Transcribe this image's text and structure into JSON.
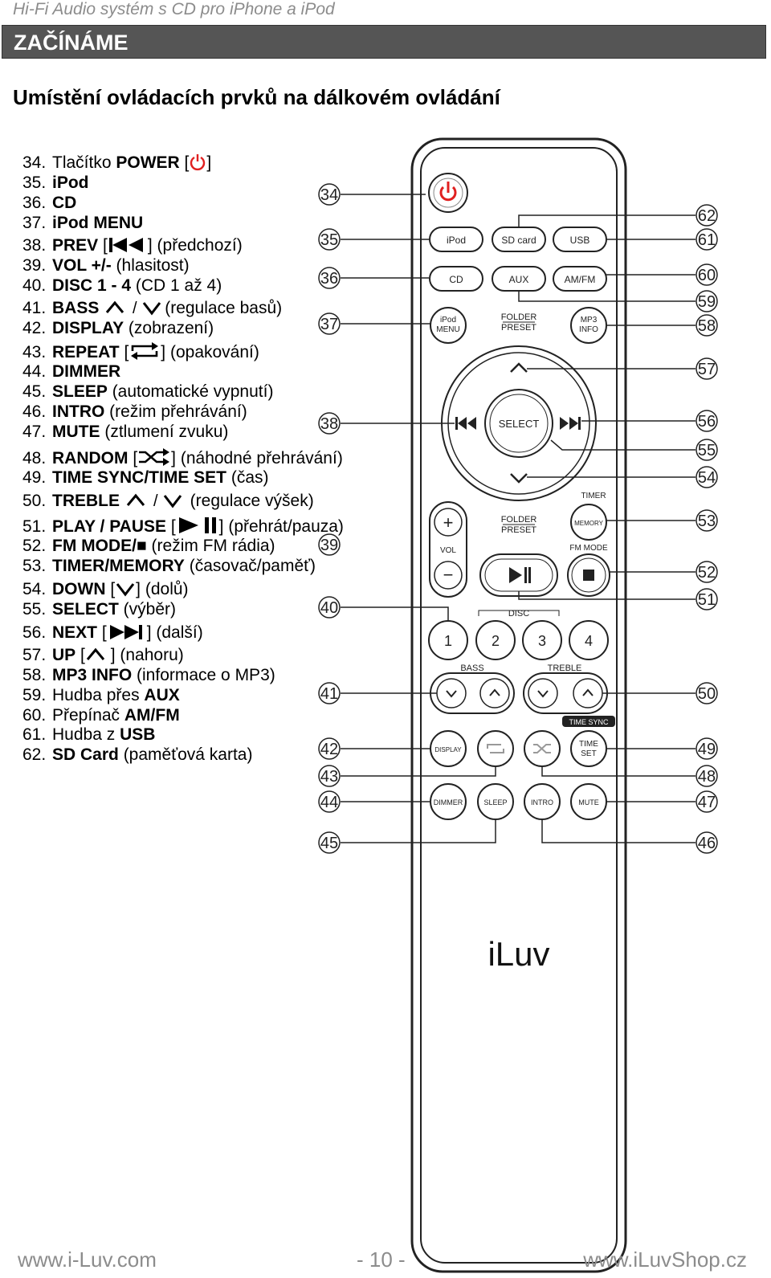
{
  "header": {
    "title": "Hi-Fi Audio systém s CD pro iPhone a iPod"
  },
  "section": {
    "title": "ZAČÍNÁME"
  },
  "subtitle": "Umístění ovládacích prvků na dálkovém ovládání",
  "items": [
    {
      "num": "34.",
      "bold": "",
      "text": "Tlačítko ",
      "bold2": "POWER",
      "after": " [",
      "icon": "power-icon",
      "tail": "]"
    },
    {
      "num": "35.",
      "bold": "iPod",
      "text": "",
      "bold2": "",
      "after": "",
      "icon": "",
      "tail": ""
    },
    {
      "num": "36.",
      "bold": "CD",
      "text": "",
      "bold2": "",
      "after": "",
      "icon": "",
      "tail": ""
    },
    {
      "num": "37.",
      "bold": "iPod MENU",
      "text": "",
      "bold2": "",
      "after": "",
      "icon": "",
      "tail": ""
    },
    {
      "num": "38.",
      "bold": "PREV",
      "text": "",
      "bold2": "",
      "after": " [",
      "icon": "prev-icon",
      "tail": "] (předchozí)"
    },
    {
      "num": "39.",
      "bold": "VOL +/-",
      "text": " (hlasitost)",
      "bold2": "",
      "after": "",
      "icon": "",
      "tail": ""
    },
    {
      "num": "40.",
      "bold": "DISC 1 - 4",
      "text": " (CD 1 až 4)",
      "bold2": "",
      "after": "",
      "icon": "",
      "tail": ""
    },
    {
      "num": "41.",
      "bold": "BASS",
      "text": " ",
      "bold2": "",
      "after": "",
      "icon": "up-down-icon",
      "tail": "(regulace basů)"
    },
    {
      "num": "42.",
      "bold": "DISPLAY",
      "text": " (zobrazení)",
      "bold2": "",
      "after": "",
      "icon": "",
      "tail": ""
    },
    {
      "num": "43.",
      "bold": "REPEAT",
      "text": "",
      "bold2": "",
      "after": " [",
      "icon": "repeat-icon",
      "tail": "] (opakování)"
    },
    {
      "num": "44.",
      "bold": "DIMMER",
      "text": "",
      "bold2": "",
      "after": "",
      "icon": "",
      "tail": ""
    },
    {
      "num": "45.",
      "bold": "SLEEP",
      "text": " (automatické vypnutí)",
      "bold2": "",
      "after": "",
      "icon": "",
      "tail": ""
    },
    {
      "num": "46.",
      "bold": "INTRO",
      "text": " (režim přehrávání)",
      "bold2": "",
      "after": "",
      "icon": "",
      "tail": ""
    },
    {
      "num": "47.",
      "bold": "MUTE",
      "text": " (ztlumení zvuku)",
      "bold2": "",
      "after": "",
      "icon": "",
      "tail": ""
    },
    {
      "num": "48.",
      "bold": "RANDOM",
      "text": "",
      "bold2": "",
      "after": " [",
      "icon": "shuffle-icon",
      "tail": "] (náhodné přehrávání)"
    },
    {
      "num": "49.",
      "bold": "TIME SYNC/TIME SET",
      "text": " (čas)",
      "bold2": "",
      "after": "",
      "icon": "",
      "tail": ""
    },
    {
      "num": "50.",
      "bold": "TREBLE",
      "text": " ",
      "bold2": "",
      "after": "",
      "icon": "up-down-icon",
      "tail": " (regulace výšek)"
    },
    {
      "num": "51.",
      "bold": "PLAY / PAUSE",
      "text": "",
      "bold2": "",
      "after": " [",
      "icon": "play-pause-icon",
      "tail": "] (přehrát/pauza)"
    },
    {
      "num": "52.",
      "bold": "FM MODE/■",
      "text": " (režim FM rádia)",
      "bold2": "",
      "after": "",
      "icon": "",
      "tail": ""
    },
    {
      "num": "53.",
      "bold": "TIMER/MEMORY",
      "text": " (časovač/paměť)",
      "bold2": "",
      "after": "",
      "icon": "",
      "tail": ""
    },
    {
      "num": "54.",
      "bold": "DOWN",
      "text": "",
      "bold2": "",
      "after": " [",
      "icon": "down-icon",
      "tail": "] (dolů)"
    },
    {
      "num": "55.",
      "bold": "SELECT",
      "text": " (výběr)",
      "bold2": "",
      "after": "",
      "icon": "",
      "tail": ""
    },
    {
      "num": "56.",
      "bold": "NEXT",
      "text": "",
      "bold2": "",
      "after": " [",
      "icon": "next-icon",
      "tail": "] (další)"
    },
    {
      "num": "57.",
      "bold": "UP",
      "text": "",
      "bold2": "",
      "after": " [",
      "icon": "up-icon",
      "tail": " ] (nahoru)"
    },
    {
      "num": "58.",
      "bold": "MP3 INFO",
      "text": " (informace o MP3)",
      "bold2": "",
      "after": "",
      "icon": "",
      "tail": ""
    },
    {
      "num": "59.",
      "bold": "",
      "text": "Hudba přes ",
      "bold2": "AUX",
      "after": "",
      "icon": "",
      "tail": ""
    },
    {
      "num": "60.",
      "bold": "",
      "text": "Přepínač ",
      "bold2": "AM/FM",
      "after": "",
      "icon": "",
      "tail": ""
    },
    {
      "num": "61.",
      "bold": "",
      "text": "Hudba z ",
      "bold2": "USB",
      "after": "",
      "icon": "",
      "tail": ""
    },
    {
      "num": "62.",
      "bold": "SD Card",
      "text": " (paměťová karta)",
      "bold2": "",
      "after": "",
      "icon": "",
      "tail": ""
    }
  ],
  "remote": {
    "brand": "iLuv",
    "buttons": {
      "ipod": "iPod",
      "sdcard": "SD card",
      "usb": "USB",
      "cd": "CD",
      "aux": "AUX",
      "amfm": "AM/FM",
      "ipod_menu_1": "iPod",
      "ipod_menu_2": "MENU",
      "folder_top_1": "FOLDER",
      "folder_top_2": "PRESET",
      "mp3_1": "MP3",
      "mp3_2": "INFO",
      "select": "SELECT",
      "vol": "VOL",
      "folder_bot_1": "FOLDER",
      "folder_bot_2": "PRESET",
      "timer": "TIMER",
      "memory": "MEMORY",
      "fm_mode": "FM MODE",
      "disc": "DISC",
      "d1": "1",
      "d2": "2",
      "d3": "3",
      "d4": "4",
      "bass": "BASS",
      "treble": "TREBLE",
      "time_sync": "TIME SYNC",
      "display": "DISPLAY",
      "time_set_1": "TIME",
      "time_set_2": "SET",
      "dimmer": "DIMMER",
      "sleep": "SLEEP",
      "intro": "INTRO",
      "mute": "MUTE"
    },
    "callouts_left": [
      "34",
      "35",
      "36",
      "37",
      "38",
      "39",
      "40",
      "41",
      "42",
      "43",
      "44",
      "45"
    ],
    "callouts_right": [
      "62",
      "61",
      "60",
      "59",
      "58",
      "57",
      "56",
      "55",
      "54",
      "53",
      "52",
      "51",
      "50",
      "49",
      "48",
      "47",
      "46"
    ]
  },
  "footer": {
    "left": "www.i-Luv.com",
    "center": "- 10 -",
    "right": "www.iLuvShop.cz"
  },
  "colors": {
    "power": "#e02020",
    "bar": "#555555",
    "grey_text": "#8c8c8c"
  }
}
